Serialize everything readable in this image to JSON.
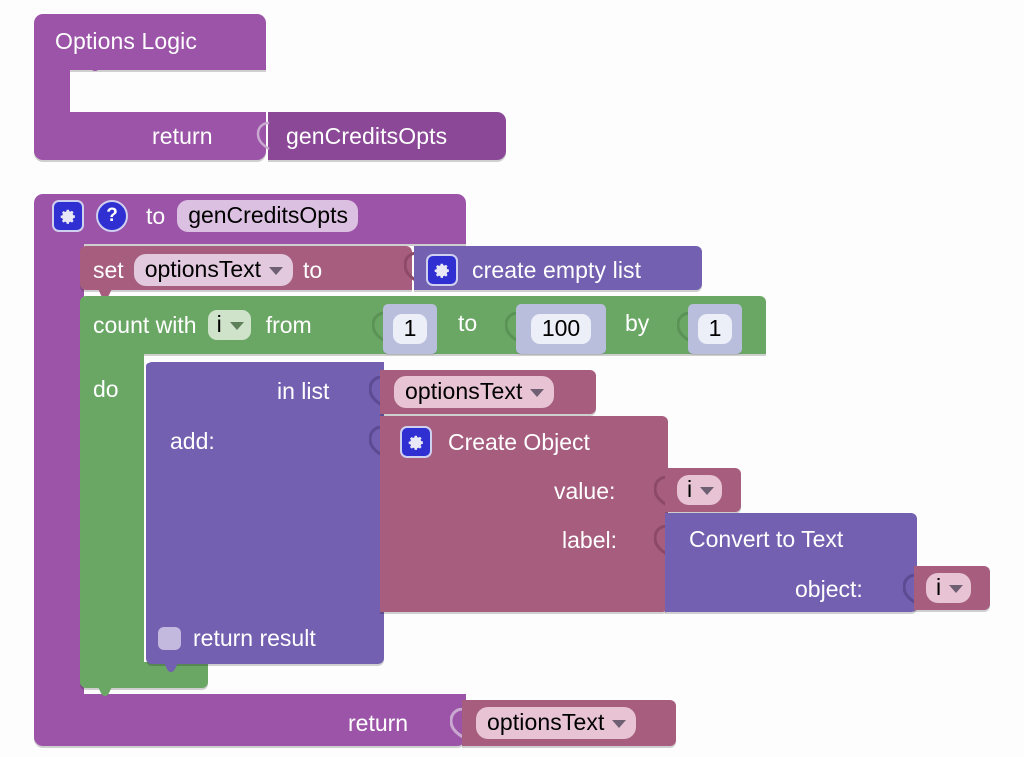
{
  "workspace": {
    "background_color": "#fdfdfd",
    "palette": {
      "purple": "#9b54a7",
      "green": "#6aa765",
      "mauve": "#a65d7e",
      "indigo": "#7360b0",
      "blue_icon": "#2f2fd2",
      "field_light": "#e2c9de",
      "number_shadow": "#b9bedd"
    }
  },
  "options_logic_block": {
    "title": "Options Logic",
    "return_label": "return",
    "return_value": "genCreditsOpts"
  },
  "procedure_block": {
    "gear_icon": "gear-icon",
    "help_icon": "help-icon",
    "to_label": "to",
    "name": "genCreditsOpts",
    "set_row": {
      "set_label": "set",
      "variable": "optionsText",
      "to_label": "to",
      "value_block": {
        "gear_icon": "gear-icon",
        "label": "create empty list"
      }
    },
    "count_loop": {
      "count_with_label": "count with",
      "loop_var": "i",
      "from_label": "from",
      "from_value": "1",
      "to_label": "to",
      "to_value": "100",
      "by_label": "by",
      "by_value": "1",
      "do_label": "do"
    },
    "add_items_block": {
      "in_list_label": "in list",
      "in_list_value": "optionsText",
      "add_label": "add:",
      "return_result_label": "return result",
      "create_object": {
        "gear_icon": "gear-icon",
        "title": "Create Object",
        "value_label": "value:",
        "value_var": "i",
        "label_label": "label:",
        "convert_block": {
          "title": "Convert to Text",
          "object_label": "object:",
          "object_var": "i"
        }
      }
    },
    "return_row": {
      "return_label": "return",
      "return_value": "optionsText"
    }
  }
}
